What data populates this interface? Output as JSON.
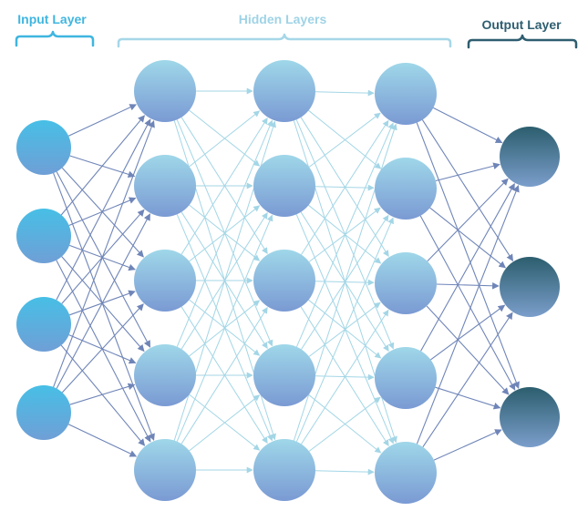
{
  "labels": {
    "input": "Input Layer",
    "hidden": "Hidden Layers",
    "output": "Output Layer"
  },
  "network": {
    "layers": [
      {
        "role": "input",
        "neurons": 4
      },
      {
        "role": "hidden",
        "neurons": 5
      },
      {
        "role": "hidden",
        "neurons": 5
      },
      {
        "role": "hidden",
        "neurons": 5
      },
      {
        "role": "output",
        "neurons": 3
      }
    ],
    "connectivity": "fully-connected"
  },
  "colors": {
    "input_label": "#3fb6e0",
    "hidden_label": "#9fd3e6",
    "output_label": "#2e5e70",
    "input_brace": "#3fb6e0",
    "hidden_brace": "#a6d7e8",
    "output_brace": "#2e5e70",
    "input_node_top": "#47bfe6",
    "input_node_bottom": "#6f9fd6",
    "hidden_node_top": "#9fd7e9",
    "hidden_node_bottom": "#7a9ad3",
    "output_node_top": "#2c5e6e",
    "output_node_bottom": "#7b9ecb",
    "dark_edge": "#6f85b8",
    "light_edge": "#a3d6e6"
  }
}
